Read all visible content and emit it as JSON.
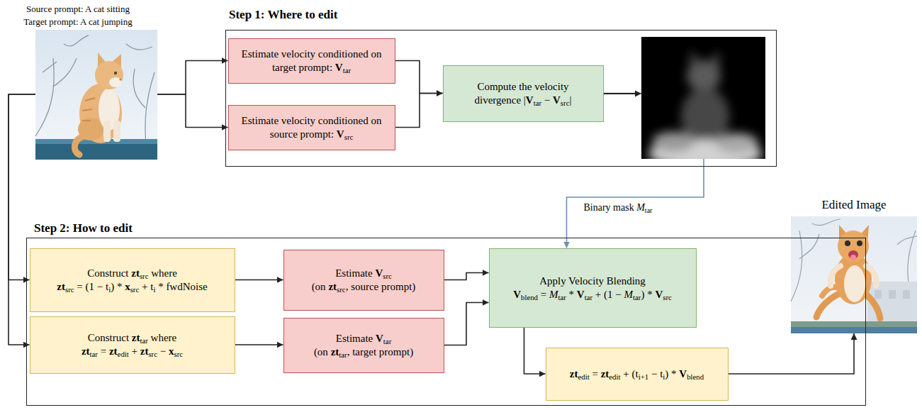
{
  "diagram": {
    "nodes": [
      {
        "text": [
          "Source prompt: A cat sitting",
          "Target prompt: A cat jumping"
        ]
      },
      {
        "text": [
          "Step 1: Where to edit"
        ]
      },
      {
        "text": [
          "Estimate velocity conditioned on target prompt: Vtar"
        ],
        "in": 1
      },
      {
        "text": [
          "Estimate velocity conditioned on source prompt: Vsrc"
        ],
        "in": 1
      },
      {
        "text": [
          "Compute the velocity divergence |Vtar − Vsrc|"
        ],
        "in": 1
      },
      {
        "text": [
          "Step 2: How to edit"
        ]
      },
      {
        "text": [
          "Construct ztsrc where",
          "ztsrc = (1 − ti) * xsrc + ti * fwdNoise"
        ],
        "in": 5
      },
      {
        "text": [
          "Construct zttar where",
          "zttar = ztedit + ztsrc − xsrc"
        ],
        "in": 5
      },
      {
        "text": [
          "Estimate Vsrc",
          "(on ztsrc, source prompt)"
        ],
        "in": 5
      },
      {
        "text": [
          "Estimate Vtar",
          "(on zttar, target prompt)"
        ],
        "in": 5
      },
      {
        "text": [
          "Apply Velocity Blending",
          "Vblend = Mtar * Vtar + (1 − Mtar) * Vsrc"
        ],
        "in": 5
      },
      {
        "text": [
          "ztedit = ztedit + (ti+1 − ti) * Vblend"
        ],
        "in": 5
      },
      {
        "text": [
          "Edited Image"
        ]
      }
    ],
    "edges": [
      {
        "from": 0,
        "to": 2,
        "arrow": "to"
      },
      {
        "from": 0,
        "to": 3,
        "arrow": "to"
      },
      {
        "from": 2,
        "to": 4,
        "arrow": "to"
      },
      {
        "from": 3,
        "to": 4,
        "arrow": "to"
      },
      {
        "from": 4,
        "to": 10,
        "label": "Binary mask Mtar",
        "arrow": "to"
      },
      {
        "from": 0,
        "to": 6,
        "arrow": "to"
      },
      {
        "from": 0,
        "to": 7,
        "arrow": "to"
      },
      {
        "from": 6,
        "to": 8,
        "arrow": "to"
      },
      {
        "from": 7,
        "to": 9,
        "arrow": "to"
      },
      {
        "from": 8,
        "to": 10,
        "arrow": "to"
      },
      {
        "from": 9,
        "to": 10,
        "arrow": "to"
      },
      {
        "from": 10,
        "to": 11,
        "arrow": "to"
      },
      {
        "from": 11,
        "to": 12,
        "arrow": "to"
      }
    ]
  }
}
